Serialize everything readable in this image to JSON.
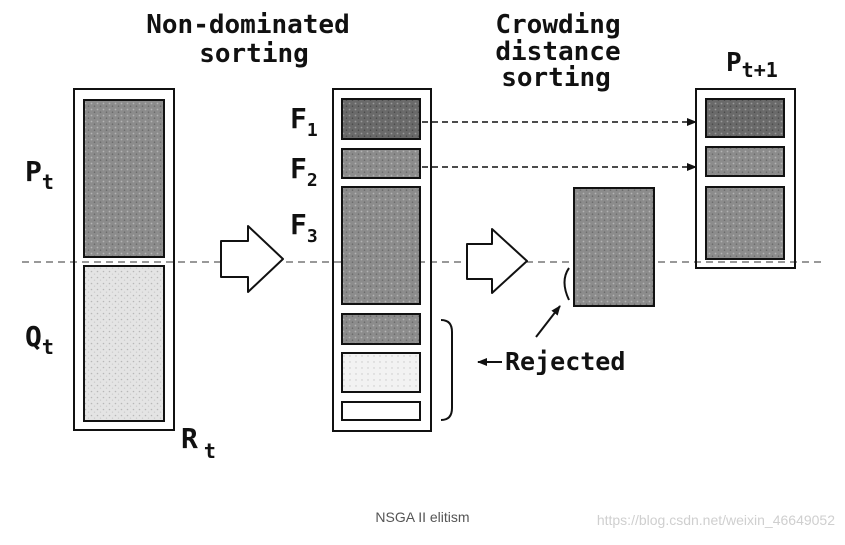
{
  "headings": {
    "non_dominated_line1": "Non-dominated",
    "non_dominated_line2": "sorting",
    "crowding_line1": "Crowding",
    "crowding_line2": "distance",
    "crowding_line3": "sorting"
  },
  "labels": {
    "p_t": {
      "main": "P",
      "sub": "t"
    },
    "q_t": {
      "main": "Q",
      "sub": "t"
    },
    "r_t": {
      "main": "R",
      "sub": "t"
    },
    "f1": {
      "main": "F",
      "sub": "1"
    },
    "f2": {
      "main": "F",
      "sub": "2"
    },
    "f3": {
      "main": "F",
      "sub": "3"
    },
    "p_next": {
      "main": "P",
      "sub": "t+1"
    },
    "rejected": "Rejected"
  },
  "caption": "NSGA II elitism",
  "watermark": "https://blog.csdn.net/weixin_46649052",
  "colors": {
    "ink": "#111111",
    "dark_fill": "#6e6e6e",
    "medium_fill": "#8f8f8f",
    "light_fill": "#cfcfcf",
    "very_light_fill": "#ececec"
  }
}
